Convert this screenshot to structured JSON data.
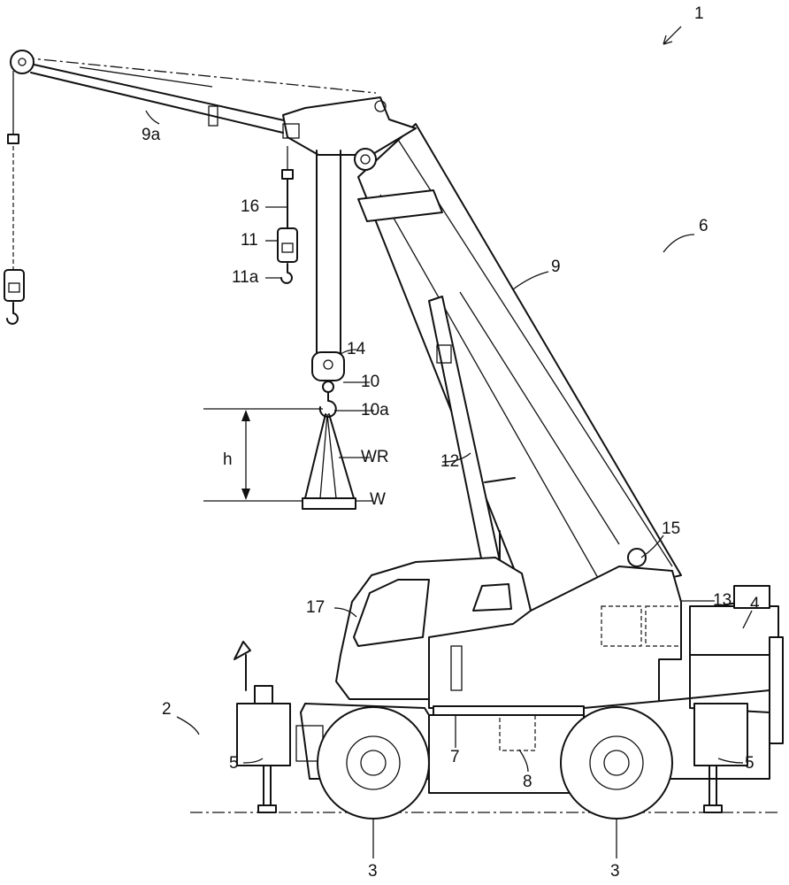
{
  "figure": {
    "labels": {
      "crane": "1",
      "crane_section": "6",
      "boom": "9",
      "jib": "9a",
      "aux_rope": "16",
      "aux_hook_block": "11",
      "aux_hook": "11a",
      "main_rope": "14",
      "main_hook_block": "10",
      "main_hook": "10a",
      "height": "h",
      "wire_rope_sling": "WR",
      "load": "W",
      "derrick_cylinder": "12",
      "winch": "15",
      "controller": "13",
      "engine": "4",
      "cab": "17",
      "carrier": "2",
      "turntable": "7",
      "swivel_unit": "8",
      "outrigger_left": "5",
      "outrigger_right": "5",
      "wheel_left": "3",
      "wheel_right": "3"
    }
  }
}
